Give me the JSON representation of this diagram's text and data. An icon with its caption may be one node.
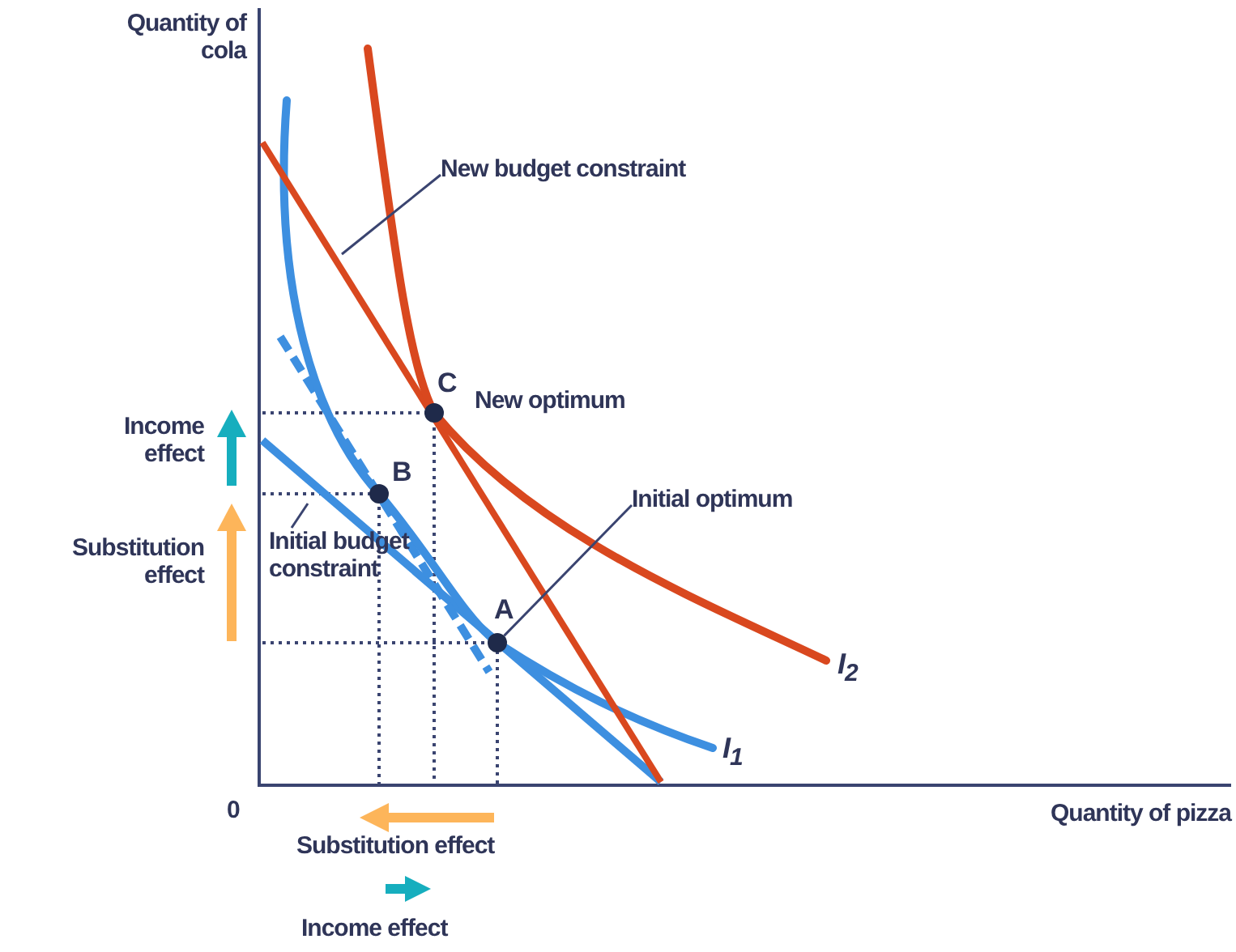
{
  "diagram": {
    "nodes": [
      {
        "text": [
          "New budget constraint"
        ]
      },
      {
        "text": [
          "Initial budget constraint"
        ]
      },
      {
        "text": [
          "Initial optimum"
        ]
      },
      {
        "text": [],
        "shape": "circle",
        "beside": [
          "A"
        ]
      },
      {
        "text": [],
        "shape": "circle",
        "beside": [
          "B"
        ]
      },
      {
        "text": [],
        "shape": "circle",
        "beside": [
          "C"
        ]
      }
    ],
    "edges": [
      {
        "from": 0,
        "to": null,
        "arrow": "none"
      },
      {
        "from": 1,
        "to": null,
        "arrow": "none"
      },
      {
        "from": 2,
        "to": 3,
        "arrow": "none"
      }
    ],
    "labels": [
      "Quantity of cola",
      "New optimum",
      "Income effect",
      "Substitution effect",
      "I$_{2}$",
      "I$_{1}$",
      "0",
      "Substitution effect",
      "Income effect",
      "Quantity of pizza"
    ]
  }
}
